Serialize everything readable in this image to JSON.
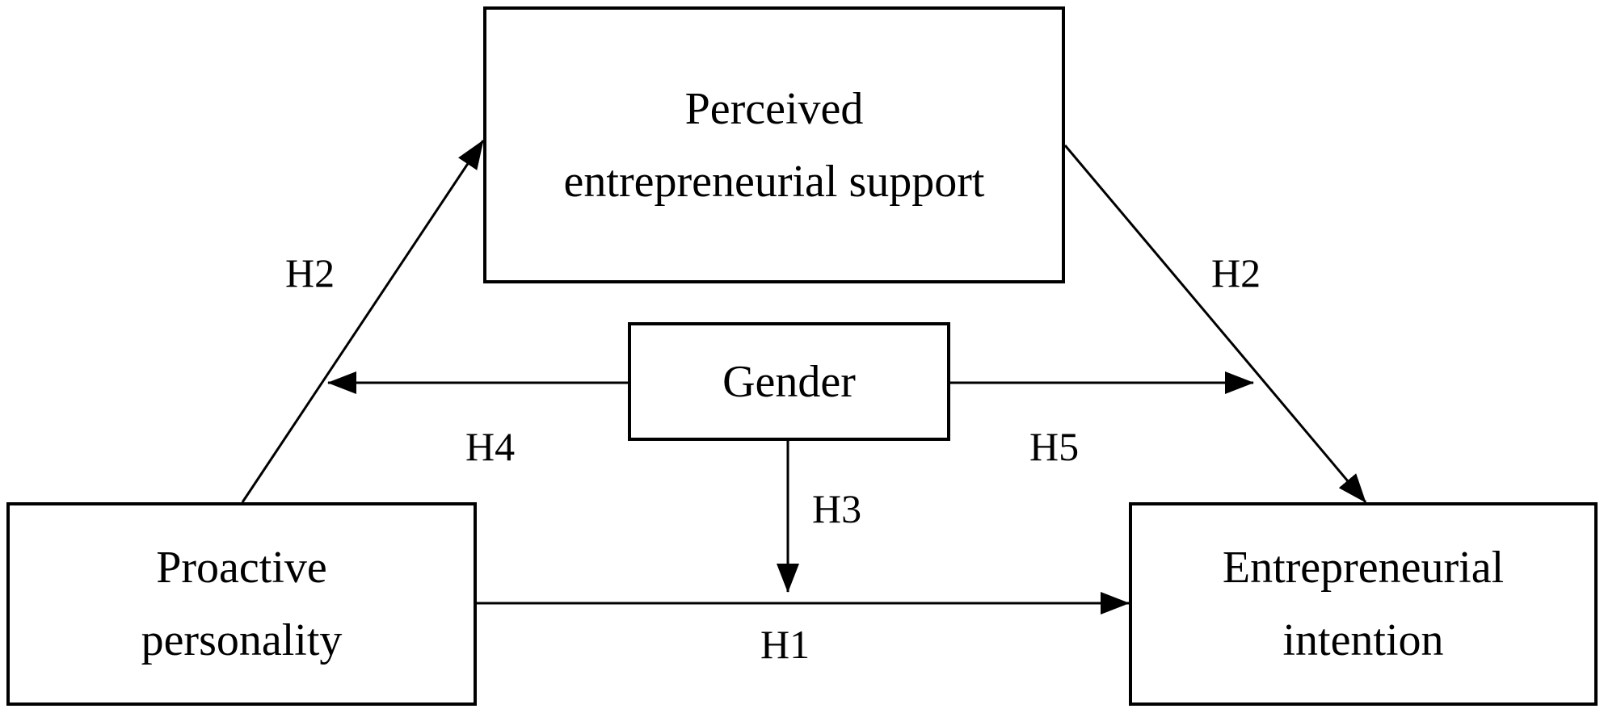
{
  "constructs": {
    "perceived_support": {
      "lines": [
        "Perceived",
        "entrepreneurial support"
      ]
    },
    "gender": {
      "lines": [
        "Gender"
      ]
    },
    "proactive_personality": {
      "lines": [
        "Proactive",
        "personality"
      ]
    },
    "entrepreneurial_intention": {
      "lines": [
        "Entrepreneurial",
        "intention"
      ]
    }
  },
  "paths": {
    "h2_left": "H2",
    "h2_right": "H2",
    "h4": "H4",
    "h5": "H5",
    "h3": "H3",
    "h1": "H1"
  },
  "colors": {
    "stroke": "#000000",
    "background": "#ffffff"
  }
}
